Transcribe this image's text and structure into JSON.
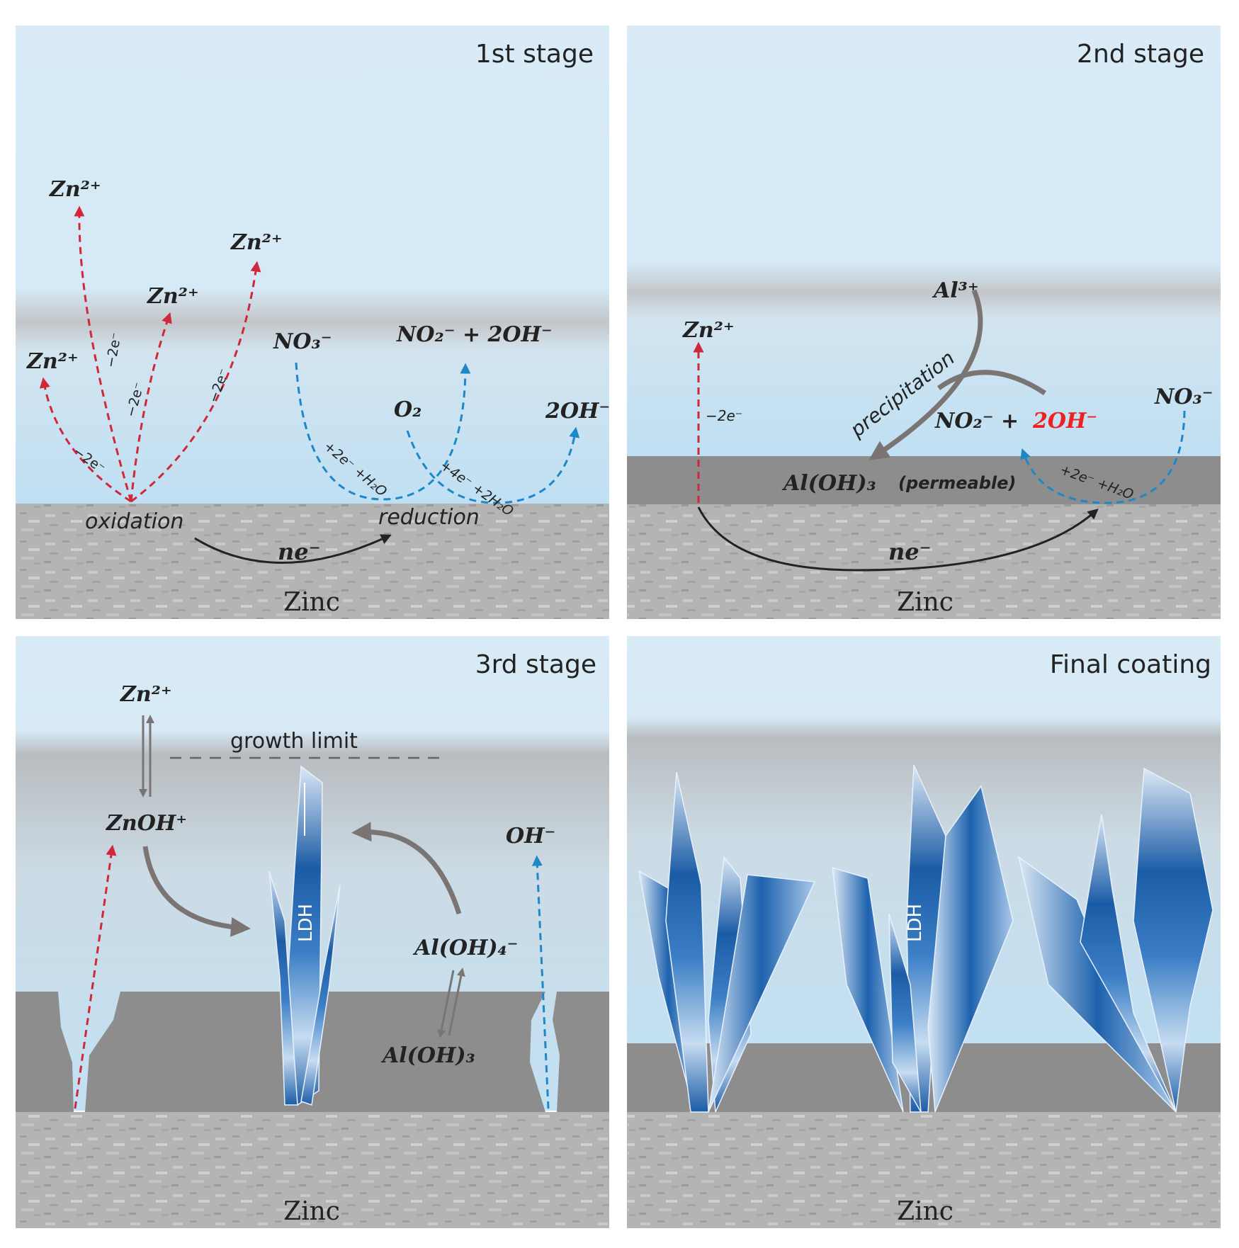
{
  "panels": {
    "p1": {
      "title": "1st stage",
      "ions": {
        "zn_a": "Zn²⁺",
        "zn_b": "Zn²⁺",
        "zn_c": "Zn²⁺",
        "zn_d": "Zn²⁺",
        "no3": "NO₃⁻",
        "no2_oh": "NO₂⁻ + 2OH⁻",
        "o2": "O₂",
        "oh2": "2OH⁻"
      },
      "electrons": {
        "e1": "−2e⁻",
        "e2": "−2e⁻",
        "e3": "−2e⁻",
        "e4": "−2e⁻"
      },
      "reactions": {
        "r1": "+2e⁻ +H₂O",
        "r2": "+4e⁻ +2H₂O"
      },
      "oxidation": "oxidation",
      "reduction": "reduction",
      "ne": "ne⁻",
      "substrate": "Zinc"
    },
    "p2": {
      "title": "2nd stage",
      "zn": "Zn²⁺",
      "e_minus": "−2e⁻",
      "al3": "Al³⁺",
      "precipitation": "precipitation",
      "no2": "NO₂⁻ + ",
      "oh_red": "2OH⁻",
      "no3": "NO₃⁻",
      "layer_formula": "Al(OH)₃",
      "layer_note": "(permeable)",
      "reaction": "+2e⁻ +H₂O",
      "ne": "ne⁻",
      "substrate": "Zinc"
    },
    "p3": {
      "title": "3rd stage",
      "zn": "Zn²⁺",
      "growth_limit": "growth limit",
      "znoh": "ZnOH⁺",
      "oh": "OH⁻",
      "aloh4": "Al(OH)₄⁻",
      "aloh3": "Al(OH)₃",
      "ldh": "LDH",
      "substrate": "Zinc"
    },
    "p4": {
      "title": "Final coating",
      "ldh": "LDH",
      "substrate": "Zinc"
    }
  },
  "colors": {
    "solution": "#d6eaf6",
    "solution_bottom": "#bfe0f3",
    "grey_band": "#b3b5b8",
    "layer": "#8b8b8b",
    "zinc": "#b0b0b0",
    "red": "#d0273a",
    "blue": "#1e87c8",
    "arrow_grey": "#7a7573",
    "ldh_blue": "#1b5fa8",
    "highlight_red": "#ee2020"
  }
}
